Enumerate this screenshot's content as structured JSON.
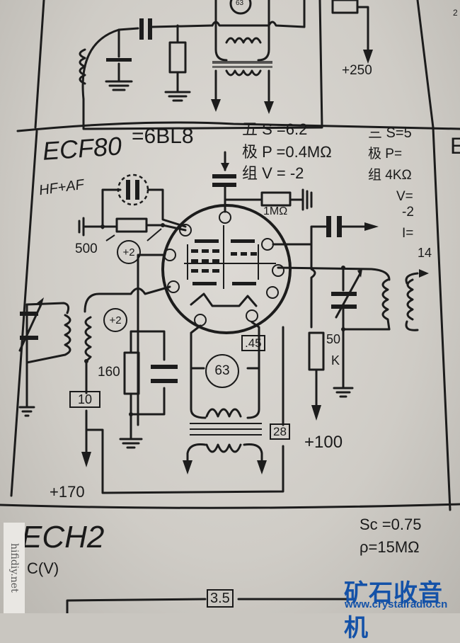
{
  "top_section": {
    "supply_label": "+250",
    "partial_heater_label": "63",
    "edge_text": "2"
  },
  "ecf80": {
    "title": "ECF80",
    "equivalent": "=6BL8",
    "function": "HF+AF",
    "pentode_params": {
      "S": "五 S =6.2",
      "P": "极 P =0.4MΩ",
      "V": "组 V = -2"
    },
    "triode_params": {
      "S": "三 S=5",
      "P": "极 P=",
      "P_value": "组 4KΩ",
      "V": "V=",
      "V_value": "-2",
      "I": "I=",
      "I_value": "14"
    },
    "components": {
      "grid_resistor": "1MΩ",
      "cathode_resistor_left": "500",
      "screen_tag_upper": "+2",
      "screen_tag_lower": "+2",
      "resistor_160": "160",
      "box_10": "10",
      "heater_circle": "63",
      "box_45": ".45",
      "box_28": "28",
      "plate_resistor": "50",
      "plate_resistor_unit": "K"
    },
    "supplies": {
      "left": "+170",
      "right": "+100"
    },
    "next_section_letter": "E"
  },
  "ech2": {
    "title": "ECH2",
    "subtitle": "C(V)",
    "params": {
      "Sc": "Sc =0.75",
      "rho": "ρ=15MΩ"
    },
    "box_value": "3.5"
  },
  "watermarks": {
    "side": "hifidiy.net",
    "logo_cn": "矿石收音机",
    "logo_url": "www.crystalradio.cn",
    "logo_color": "#1452a8"
  }
}
